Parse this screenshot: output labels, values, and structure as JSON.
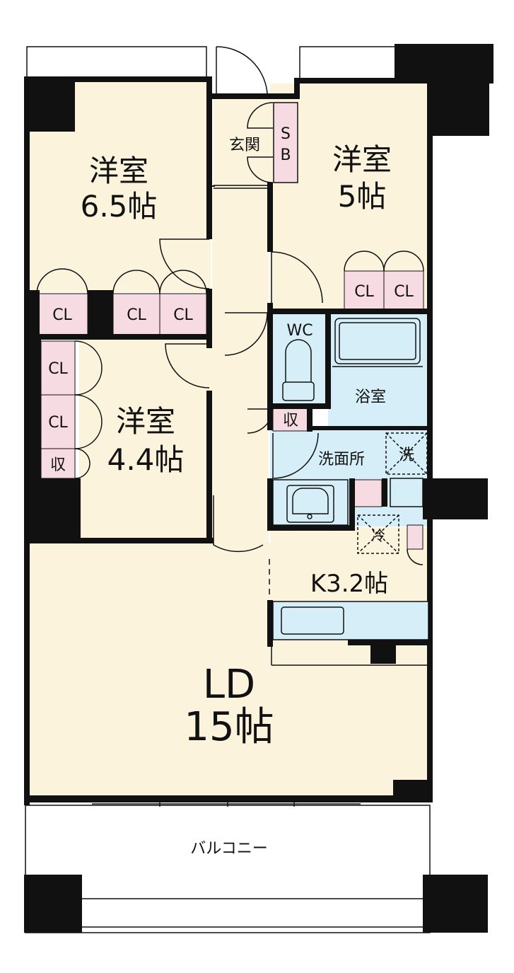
{
  "colors": {
    "room_floor": "#fbf3dc",
    "wet_area": "#d6eef8",
    "closet": "#f6dbe3",
    "wall": "#111111",
    "balcony": "#ffffff"
  },
  "rooms": {
    "western1": {
      "name": "洋室",
      "size": "6.5帖"
    },
    "western2": {
      "name": "洋室",
      "size": "5帖"
    },
    "western3": {
      "name": "洋室",
      "size": "4.4帖"
    },
    "ld": {
      "name": "LD",
      "size": "15帖"
    },
    "kitchen": {
      "label": "K3.2帖"
    },
    "entrance": {
      "label": "玄関"
    },
    "shoe_box": {
      "line1": "S",
      "line2": "B"
    },
    "wc": {
      "label": "WC"
    },
    "bath": {
      "label": "浴室"
    },
    "washroom": {
      "label": "洗面所"
    },
    "washer": {
      "label": "洗"
    },
    "fridge": {
      "label": "冷"
    },
    "balcony": {
      "label": "バルコニー"
    }
  },
  "closets": {
    "room1_a": "CL",
    "room1_b": "CL",
    "room1_c": "CL",
    "room2_a": "CL",
    "room2_b": "CL",
    "room3_a": "CL",
    "room3_b": "CL",
    "room3_storage": "収",
    "hall_storage": "収"
  },
  "icon_names": [
    "toilet-icon",
    "bathtub-icon",
    "washbasin-icon",
    "door-swing-icon"
  ]
}
